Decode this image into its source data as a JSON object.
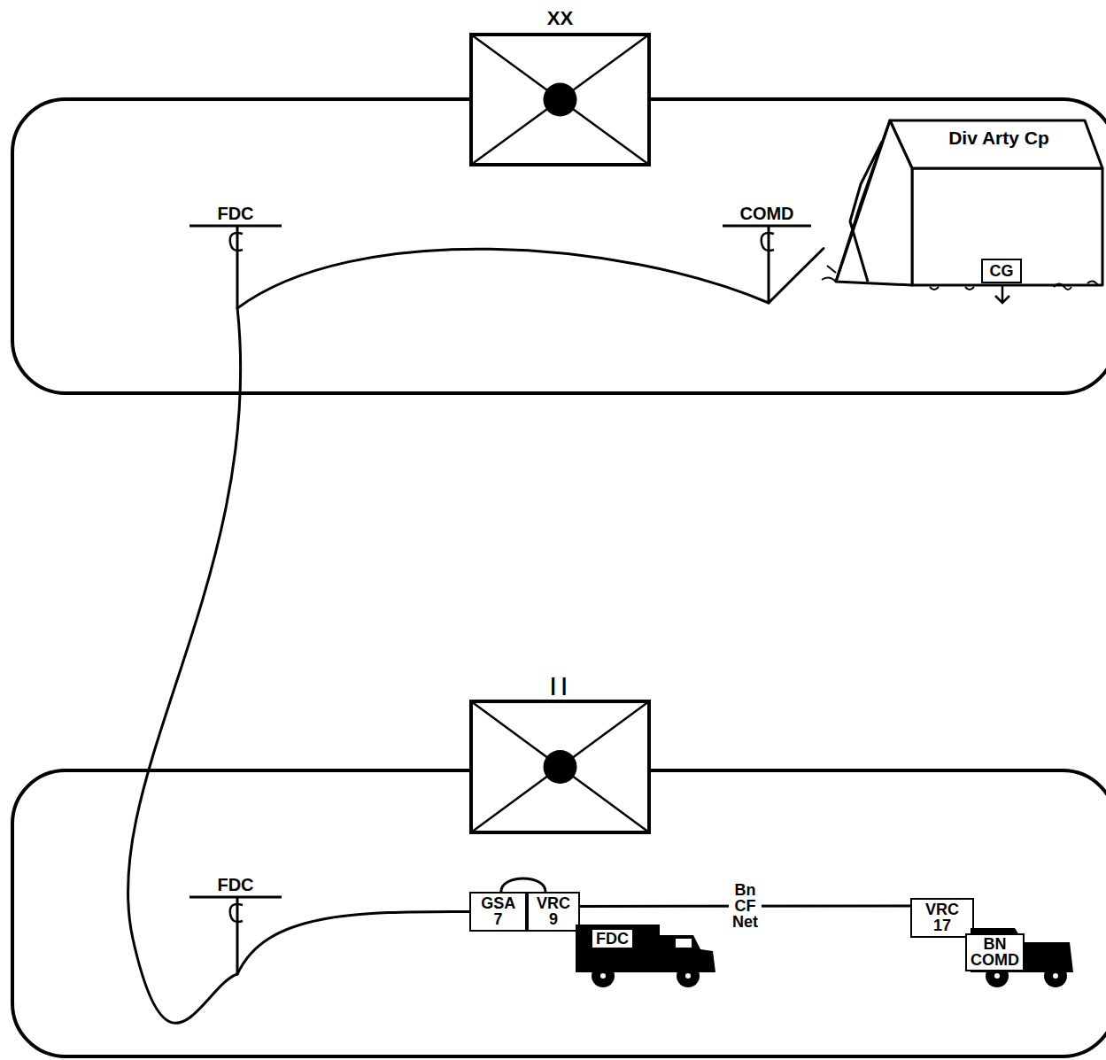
{
  "diagram": {
    "nodes": [
      {
        "text": [
          "XX"
        ]
      },
      {
        "text": [
          "FDC"
        ],
        "in": 0
      },
      {
        "text": [
          "COMD"
        ],
        "in": 0
      },
      {
        "text": [
          "Div Arty Cp"
        ],
        "in": 0
      },
      {
        "text": [
          "CG"
        ],
        "in": 3
      },
      {
        "text": [
          "II"
        ]
      },
      {
        "text": [
          "FDC"
        ],
        "in": 5
      },
      {
        "text": [
          "GSA 7"
        ],
        "in": 5
      },
      {
        "text": [
          "VRC 9"
        ],
        "in": 5
      },
      {
        "text": [
          "FDC"
        ],
        "in": 5
      },
      {
        "text": [
          "VRC 17"
        ],
        "in": 5
      },
      {
        "text": [
          "BN COMD"
        ],
        "in": 5
      }
    ],
    "edges": [
      {
        "from": 1,
        "to": 2,
        "arrow": "none"
      },
      {
        "from": 2,
        "to": 3,
        "arrow": "none"
      },
      {
        "from": 1,
        "to": 6,
        "arrow": "none"
      },
      {
        "from": 6,
        "to": 7,
        "arrow": "none"
      },
      {
        "from": 7,
        "to": 8,
        "arrow": "none"
      },
      {
        "from": 8,
        "to": 10,
        "label": "Bn CF Net",
        "arrow": "none"
      }
    ]
  }
}
